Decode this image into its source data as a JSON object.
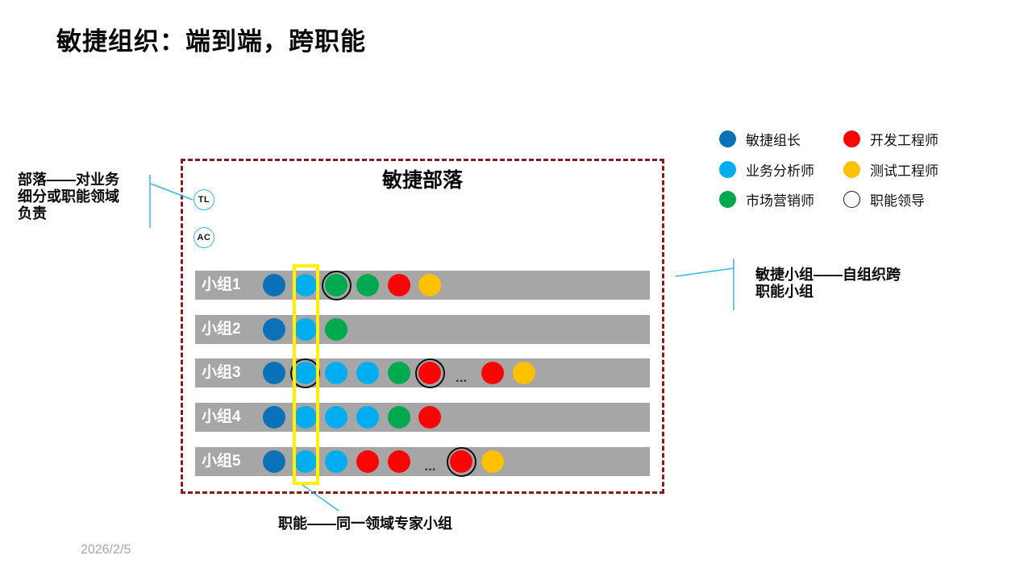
{
  "slide": {
    "title": "敏捷组织：端到端，跨职能",
    "date": "2026/2/5"
  },
  "colors": {
    "agile_lead": "#0b72ba",
    "business_analyst": "#00aeef",
    "marketing": "#00a94f",
    "developer": "#fa0505",
    "tester": "#ffc000",
    "bar_gray": "#a6a6a6",
    "tribe_border": "#8b1a1a",
    "callout_blue": "#38b6ea",
    "highlight_yellow": "#fff100"
  },
  "legend": {
    "items": [
      {
        "label": "敏捷组长",
        "color_key": "agile_lead",
        "icon": "agile-lead-dot-icon"
      },
      {
        "label": "开发工程师",
        "color_key": "developer",
        "icon": "developer-dot-icon"
      },
      {
        "label": "业务分析师",
        "color_key": "business_analyst",
        "icon": "business-analyst-dot-icon"
      },
      {
        "label": "测试工程师",
        "color_key": "tester",
        "icon": "tester-dot-icon"
      },
      {
        "label": "市场营销师",
        "color_key": "marketing",
        "icon": "marketing-dot-icon"
      },
      {
        "label": "职能领导",
        "color_key": "",
        "icon": "functional-leader-circle-icon",
        "outlined": true
      }
    ]
  },
  "tribe": {
    "title": "敏捷部落",
    "badges": [
      {
        "label": "TL"
      },
      {
        "label": "AC"
      }
    ],
    "ellipsis_char": "...",
    "teams": [
      {
        "label": "小组1",
        "members": [
          {
            "type": "dot",
            "role": "agile_lead"
          },
          {
            "type": "dot",
            "role": "business_analyst"
          },
          {
            "type": "dot",
            "role": "marketing",
            "ring": true
          },
          {
            "type": "dot",
            "role": "marketing"
          },
          {
            "type": "dot",
            "role": "developer"
          },
          {
            "type": "dot",
            "role": "tester"
          }
        ]
      },
      {
        "label": "小组2",
        "members": [
          {
            "type": "dot",
            "role": "agile_lead"
          },
          {
            "type": "dot",
            "role": "business_analyst"
          },
          {
            "type": "dot",
            "role": "marketing"
          }
        ]
      },
      {
        "label": "小组3",
        "members": [
          {
            "type": "dot",
            "role": "agile_lead"
          },
          {
            "type": "dot",
            "role": "business_analyst",
            "ring": true
          },
          {
            "type": "dot",
            "role": "business_analyst"
          },
          {
            "type": "dot",
            "role": "business_analyst"
          },
          {
            "type": "dot",
            "role": "marketing"
          },
          {
            "type": "dot",
            "role": "developer",
            "ring": true
          },
          {
            "type": "ellipsis"
          },
          {
            "type": "dot",
            "role": "developer"
          },
          {
            "type": "dot",
            "role": "tester"
          }
        ]
      },
      {
        "label": "小组4",
        "members": [
          {
            "type": "dot",
            "role": "agile_lead"
          },
          {
            "type": "dot",
            "role": "business_analyst"
          },
          {
            "type": "dot",
            "role": "business_analyst"
          },
          {
            "type": "dot",
            "role": "business_analyst"
          },
          {
            "type": "dot",
            "role": "marketing"
          },
          {
            "type": "dot",
            "role": "developer"
          }
        ]
      },
      {
        "label": "小组5",
        "members": [
          {
            "type": "dot",
            "role": "agile_lead"
          },
          {
            "type": "dot",
            "role": "business_analyst"
          },
          {
            "type": "dot",
            "role": "business_analyst"
          },
          {
            "type": "dot",
            "role": "developer"
          },
          {
            "type": "dot",
            "role": "developer"
          },
          {
            "type": "ellipsis"
          },
          {
            "type": "dot",
            "role": "developer",
            "ring": true
          },
          {
            "type": "dot",
            "role": "tester"
          }
        ]
      }
    ]
  },
  "annotations": {
    "tribe_note": "部落——对业务\n细分或职能领域\n负责",
    "team_note": "敏捷小组——自组织跨\n职能小组",
    "function_note": "职能——同一领域专家小组"
  }
}
